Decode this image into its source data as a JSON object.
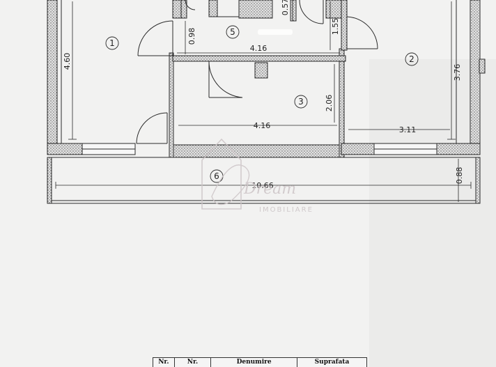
{
  "rooms": [
    {
      "id": "1",
      "label": "1"
    },
    {
      "id": "2",
      "label": "2"
    },
    {
      "id": "3",
      "label": "3"
    },
    {
      "id": "5",
      "label": "5"
    },
    {
      "id": "6",
      "label": "6"
    }
  ],
  "dimensions": {
    "room1_height": "4.60",
    "door_098": "0.98",
    "top_057": "0.57",
    "top_155": "1.55",
    "corridor_width": "4.16",
    "room2_height": "3.76",
    "room3_height": "2.06",
    "room3_width": "4.16",
    "room2_width": "3.11",
    "terrace_length": "10.66",
    "terrace_depth": "0.88"
  },
  "watermark": {
    "script": "Dream",
    "sub": "IMOBILIARE"
  },
  "legend_headers": [
    "Nr.",
    "Nr.",
    "Denumire",
    "Suprafata"
  ],
  "colors": {
    "line": "#2a2a2a",
    "wall_fill": "#d8d8d8",
    "background": "#f2f2f1",
    "watermark": "#c9c2c4"
  }
}
